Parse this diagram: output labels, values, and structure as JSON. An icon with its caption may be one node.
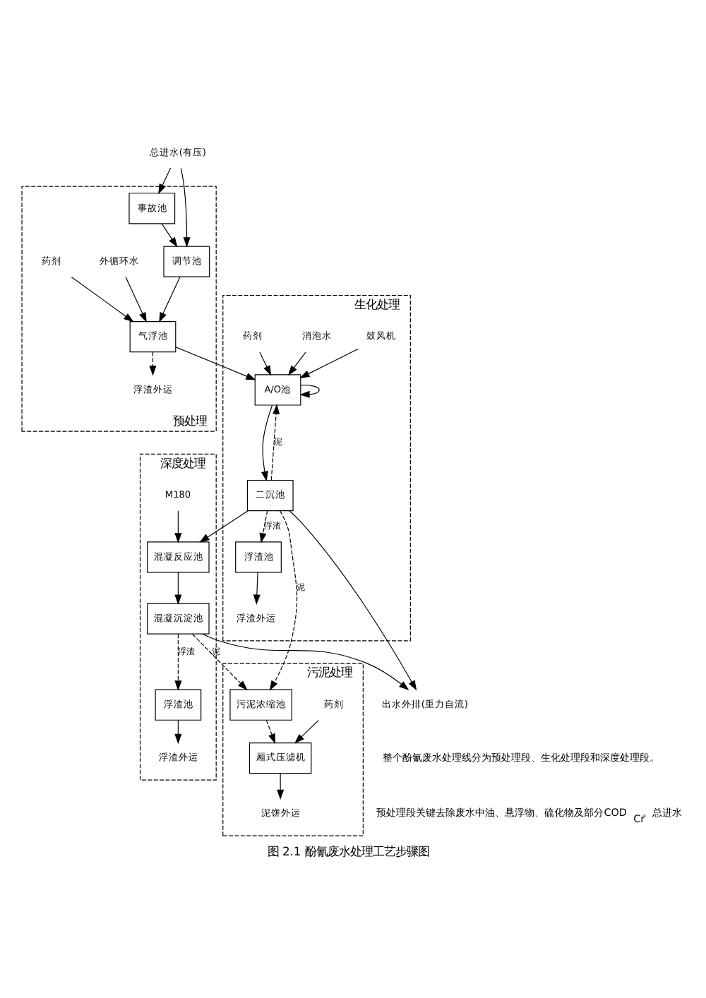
{
  "diagram": {
    "caption": "图 2.1 酚氰废水处理工艺步骤图",
    "nodes": [
      {
        "text": [
          "总进水(有压)"
        ]
      },
      {
        "text": [
          "预处理"
        ]
      },
      {
        "text": [
          "调节池"
        ],
        "in": 1
      },
      {
        "text": [
          "事故池"
        ],
        "in": 1
      },
      {
        "text": [
          "气浮池"
        ],
        "in": 1
      },
      {
        "text": [
          "浮渣外运"
        ],
        "in": 1
      },
      {
        "text": [
          "外循环水"
        ],
        "in": 1
      },
      {
        "text": [
          "药剂"
        ],
        "in": 1
      },
      {
        "text": [
          "生化处理"
        ]
      },
      {
        "text": [
          "A/O池"
        ],
        "in": 8
      },
      {
        "text": [
          "消泡水"
        ],
        "in": 8
      },
      {
        "text": [
          "药剂"
        ],
        "in": 8
      },
      {
        "text": [
          "鼓风机"
        ],
        "in": 8
      },
      {
        "text": [
          "二沉池"
        ],
        "in": 8
      },
      {
        "text": [
          "浮渣池"
        ],
        "in": 8
      },
      {
        "text": [
          "浮渣外运"
        ],
        "in": 8
      },
      {
        "text": [
          "深度处理"
        ]
      },
      {
        "text": [
          "混凝反应池"
        ],
        "in": 16
      },
      {
        "text": [
          "M180"
        ],
        "in": 16
      },
      {
        "text": [
          "混凝沉淀池"
        ],
        "in": 16
      },
      {
        "text": [
          "浮渣池"
        ],
        "in": 16
      },
      {
        "text": [
          "浮渣外运"
        ],
        "in": 16
      },
      {
        "text": [
          "污泥处理"
        ]
      },
      {
        "text": [
          "药剂"
        ],
        "in": 22
      },
      {
        "text": [
          "厢式压滤机"
        ],
        "in": 22
      },
      {
        "text": [
          "污泥浓缩池"
        ],
        "in": 22
      },
      {
        "text": [
          "泥饼外运"
        ],
        "in": 22
      },
      {
        "text": [
          "出水外排(重力自流)"
        ]
      }
    ],
    "edges": [
      {
        "from": 0,
        "to": 2,
        "arrow": "to"
      },
      {
        "from": 0,
        "to": 3,
        "arrow": "to"
      },
      {
        "from": 3,
        "to": 2,
        "arrow": "to"
      },
      {
        "from": 2,
        "to": 4,
        "arrow": "to"
      },
      {
        "from": 4,
        "to": 5,
        "arrow": "to",
        "style": "dashed"
      },
      {
        "from": 6,
        "to": 4,
        "arrow": "to"
      },
      {
        "from": 7,
        "to": 4,
        "arrow": "to"
      },
      {
        "from": 4,
        "to": 9,
        "arrow": "to"
      },
      {
        "from": 10,
        "to": 9,
        "arrow": "to"
      },
      {
        "from": 11,
        "to": 9,
        "arrow": "to"
      },
      {
        "from": 12,
        "to": 9,
        "arrow": "to"
      },
      {
        "from": 9,
        "to": 13,
        "arrow": "to"
      },
      {
        "from": 9,
        "to": 9,
        "arrow": "to"
      },
      {
        "from": 13,
        "to": 9,
        "arrow": "to",
        "style": "dashed",
        "label": "泥"
      },
      {
        "from": 13,
        "to": 14,
        "arrow": "to",
        "style": "dashed",
        "label": "浮渣"
      },
      {
        "from": 14,
        "to": 15,
        "arrow": "to"
      },
      {
        "from": 13,
        "to": 25,
        "arrow": "to",
        "style": "dashed",
        "label": "泥"
      },
      {
        "from": 13,
        "to": 17,
        "arrow": "to"
      },
      {
        "from": 13,
        "to": 27,
        "arrow": "to"
      },
      {
        "from": 18,
        "to": 17,
        "arrow": "to"
      },
      {
        "from": 17,
        "to": 19,
        "arrow": "to"
      },
      {
        "from": 19,
        "to": 20,
        "arrow": "to",
        "style": "dashed",
        "label": "浮渣"
      },
      {
        "from": 20,
        "to": 21,
        "arrow": "to"
      },
      {
        "from": 19,
        "to": 25,
        "arrow": "to",
        "style": "dashed",
        "label": "泥"
      },
      {
        "from": 25,
        "to": 24,
        "arrow": "to",
        "style": "dashed"
      },
      {
        "from": 23,
        "to": 24,
        "arrow": "to"
      },
      {
        "from": 24,
        "to": 26,
        "arrow": "to"
      },
      {
        "from": 19,
        "to": 27,
        "arrow": "to"
      }
    ],
    "labels": [
      "整个酚氰废水处理线分为预处理段、生化处理段和深度处理段。",
      "预处理段关键去除废水中油、悬浮物、硫化物及部分COD$_{Cr}$。总进水"
    ]
  }
}
